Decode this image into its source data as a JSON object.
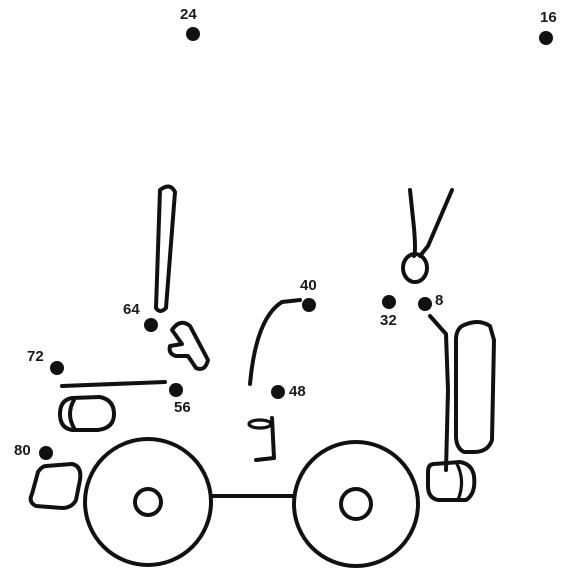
{
  "colors": {
    "ink": "#111111",
    "background": "#ffffff"
  },
  "dots": [
    {
      "label": "24"
    },
    {
      "label": "16"
    },
    {
      "label": "40"
    },
    {
      "label": "32"
    },
    {
      "label": "8"
    },
    {
      "label": "64"
    },
    {
      "label": "72"
    },
    {
      "label": "56"
    },
    {
      "label": "48"
    },
    {
      "label": "80"
    }
  ]
}
